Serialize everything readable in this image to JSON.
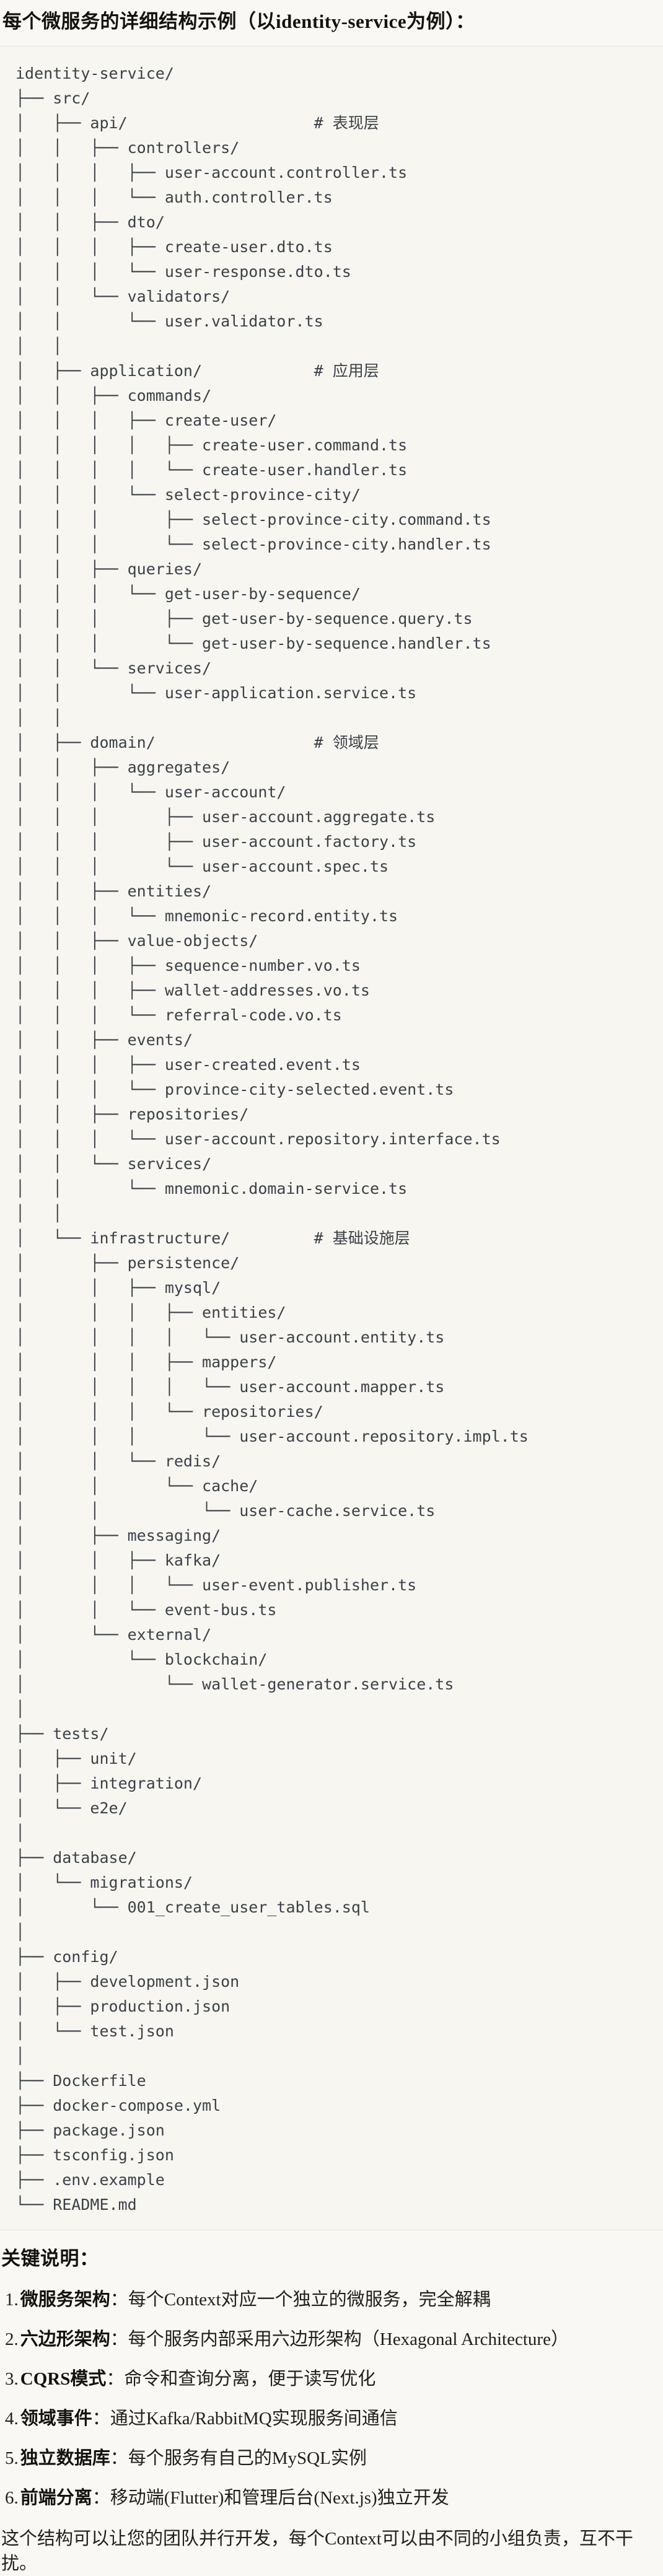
{
  "title": "每个微服务的详细结构示例（以identity-service为例）：",
  "tree": {
    "lines": [
      "identity-service/",
      "├── src/",
      "│   ├── api/                    # 表现层",
      "│   │   ├── controllers/",
      "│   │   │   ├── user-account.controller.ts",
      "│   │   │   └── auth.controller.ts",
      "│   │   ├── dto/",
      "│   │   │   ├── create-user.dto.ts",
      "│   │   │   └── user-response.dto.ts",
      "│   │   └── validators/",
      "│   │       └── user.validator.ts",
      "│   │",
      "│   ├── application/            # 应用层",
      "│   │   ├── commands/",
      "│   │   │   ├── create-user/",
      "│   │   │   │   ├── create-user.command.ts",
      "│   │   │   │   └── create-user.handler.ts",
      "│   │   │   └── select-province-city/",
      "│   │   │       ├── select-province-city.command.ts",
      "│   │   │       └── select-province-city.handler.ts",
      "│   │   ├── queries/",
      "│   │   │   └── get-user-by-sequence/",
      "│   │   │       ├── get-user-by-sequence.query.ts",
      "│   │   │       └── get-user-by-sequence.handler.ts",
      "│   │   └── services/",
      "│   │       └── user-application.service.ts",
      "│   │",
      "│   ├── domain/                 # 领域层",
      "│   │   ├── aggregates/",
      "│   │   │   └── user-account/",
      "│   │   │       ├── user-account.aggregate.ts",
      "│   │   │       ├── user-account.factory.ts",
      "│   │   │       └── user-account.spec.ts",
      "│   │   ├── entities/",
      "│   │   │   └── mnemonic-record.entity.ts",
      "│   │   ├── value-objects/",
      "│   │   │   ├── sequence-number.vo.ts",
      "│   │   │   ├── wallet-addresses.vo.ts",
      "│   │   │   └── referral-code.vo.ts",
      "│   │   ├── events/",
      "│   │   │   ├── user-created.event.ts",
      "│   │   │   └── province-city-selected.event.ts",
      "│   │   ├── repositories/",
      "│   │   │   └── user-account.repository.interface.ts",
      "│   │   └── services/",
      "│   │       └── mnemonic.domain-service.ts",
      "│   │",
      "│   └── infrastructure/         # 基础设施层",
      "│       ├── persistence/",
      "│       │   ├── mysql/",
      "│       │   │   ├── entities/",
      "│       │   │   │   └── user-account.entity.ts",
      "│       │   │   ├── mappers/",
      "│       │   │   │   └── user-account.mapper.ts",
      "│       │   │   └── repositories/",
      "│       │   │       └── user-account.repository.impl.ts",
      "│       │   └── redis/",
      "│       │       └── cache/",
      "│       │           └── user-cache.service.ts",
      "│       ├── messaging/",
      "│       │   ├── kafka/",
      "│       │   │   └── user-event.publisher.ts",
      "│       │   └── event-bus.ts",
      "│       └── external/",
      "│           └── blockchain/",
      "│               └── wallet-generator.service.ts",
      "│",
      "├── tests/",
      "│   ├── unit/",
      "│   ├── integration/",
      "│   └── e2e/",
      "│",
      "├── database/",
      "│   └── migrations/",
      "│       └── 001_create_user_tables.sql",
      "│",
      "├── config/",
      "│   ├── development.json",
      "│   ├── production.json",
      "│   └── test.json",
      "│",
      "├── Dockerfile",
      "├── docker-compose.yml",
      "├── package.json",
      "├── tsconfig.json",
      "├── .env.example",
      "└── README.md"
    ]
  },
  "notes": {
    "heading": "关键说明：",
    "items": [
      {
        "num": "1.",
        "term": "微服务架构",
        "desc": "：每个Context对应一个独立的微服务，完全解耦"
      },
      {
        "num": "2.",
        "term": "六边形架构",
        "desc": "：每个服务内部采用六边形架构（Hexagonal Architecture）"
      },
      {
        "num": "3.",
        "term": "CQRS模式",
        "desc": "：命令和查询分离，便于读写优化"
      },
      {
        "num": "4.",
        "term": "领域事件",
        "desc": "：通过Kafka/RabbitMQ实现服务间通信"
      },
      {
        "num": "5.",
        "term": "独立数据库",
        "desc": "：每个服务有自己的MySQL实例"
      },
      {
        "num": "6.",
        "term": "前端分离",
        "desc": "：移动端(Flutter)和管理后台(Next.js)独立开发"
      }
    ],
    "footer": "这个结构可以让您的团队并行开发，每个Context可以由不同的小组负责，互不干扰。"
  },
  "colors": {
    "page_bg": "#f9f8f4",
    "code_bg": "#f7f6f1",
    "divider": "#e7e4dc",
    "code_text": "#3c4147",
    "heading_text": "#14120d",
    "body_text": "#21201b"
  }
}
